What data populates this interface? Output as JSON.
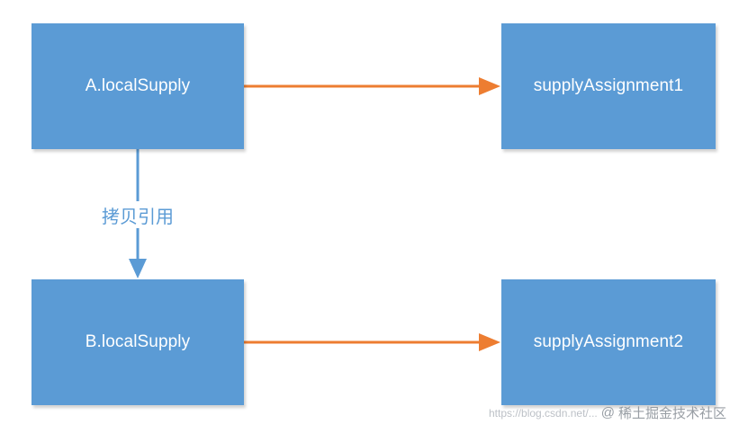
{
  "nodes": {
    "a": "A.localSupply",
    "b": "B.localSupply",
    "s1": "supplyAssignment1",
    "s2": "supplyAssignment2"
  },
  "edges": {
    "copy_label": "拷贝引用"
  },
  "watermark": {
    "url": "https://blog.csdn.net/...",
    "brand": "稀土掘金技术社区"
  },
  "colors": {
    "box": "#5b9bd5",
    "arrow_orange": "#ed7d31",
    "arrow_blue": "#5b9bd5"
  }
}
